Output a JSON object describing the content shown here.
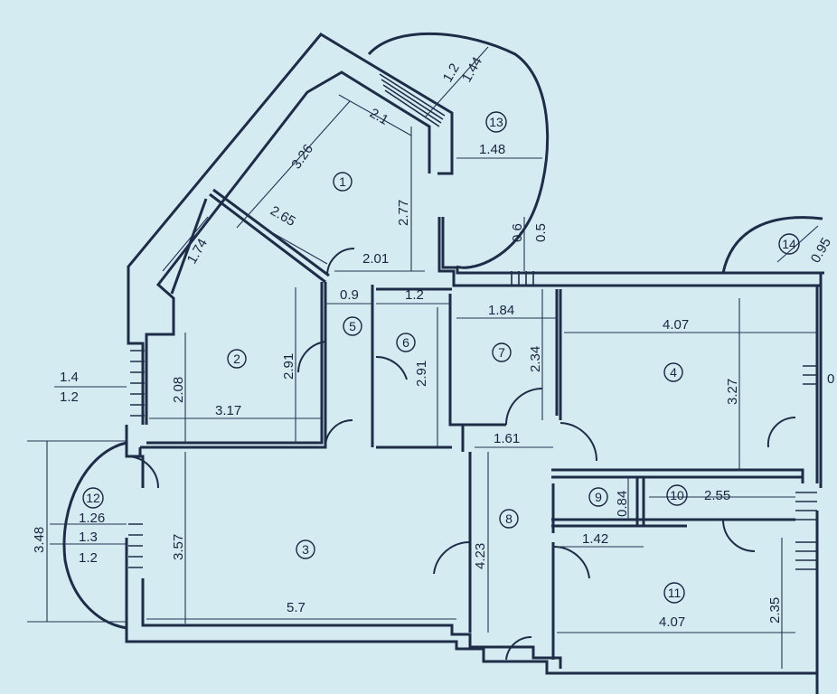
{
  "rooms": [
    {
      "id": "1"
    },
    {
      "id": "2"
    },
    {
      "id": "3"
    },
    {
      "id": "4"
    },
    {
      "id": "5"
    },
    {
      "id": "6"
    },
    {
      "id": "7"
    },
    {
      "id": "8"
    },
    {
      "id": "9"
    },
    {
      "id": "10"
    },
    {
      "id": "11"
    },
    {
      "id": "12"
    },
    {
      "id": "13"
    },
    {
      "id": "14"
    }
  ],
  "dimensions": {
    "r1_a": "3.26",
    "r1_b": "2.1",
    "r1_c": "2.65",
    "r1_d": "2.77",
    "r1_e": "2.01",
    "r2_a": "1.74",
    "r2_b": "2.08",
    "r2_c": "3.17",
    "r2_d": "2.91",
    "r3_a": "3.57",
    "r3_b": "5.7",
    "r4_a": "4.07",
    "r4_b": "3.27",
    "r5_a": "0.9",
    "r6_a": "1.2",
    "r6_b": "2.91",
    "r7_a": "1.84",
    "r7_b": "2.34",
    "r8_a": "1.61",
    "r8_b": "4.23",
    "r9_a": "0.84",
    "r10_a": "2.55",
    "r11_a": "1.42",
    "r11_b": "4.07",
    "r11_c": "2.35",
    "r12_a": "1.26",
    "r12_b": "1.3",
    "r12_c": "1.2",
    "r12_overall": "3.48",
    "r13_a": "1.2",
    "r13_b": "1.44",
    "r13_c": "1.48",
    "r14_a": "0.95",
    "win_a": "1.4",
    "win_b": "1.2",
    "bal_a": "0.6",
    "bal_b": "0.5",
    "edge": "0"
  }
}
